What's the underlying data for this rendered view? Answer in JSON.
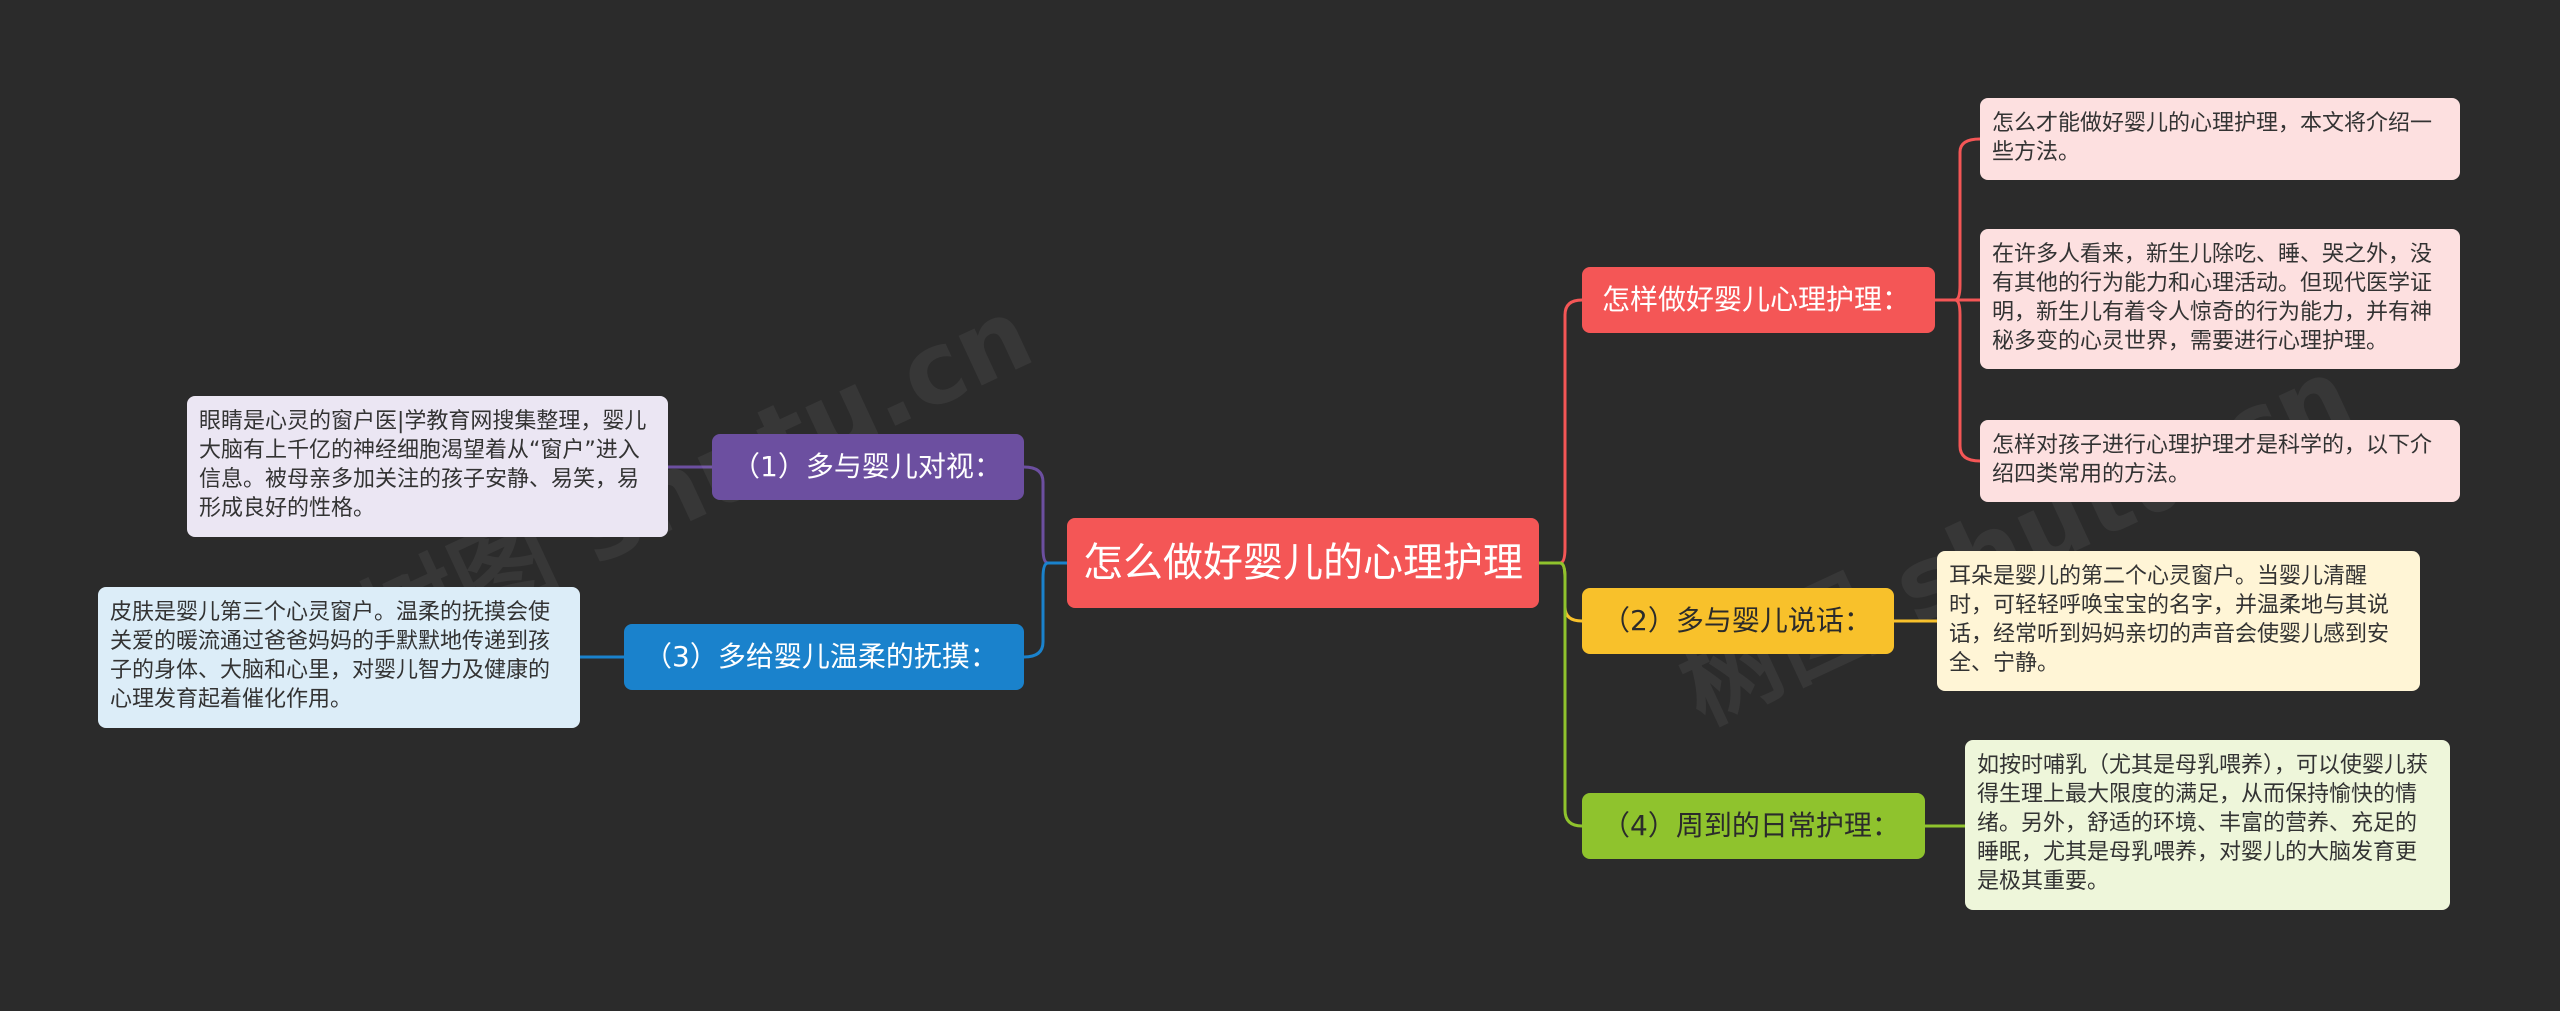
{
  "root": {
    "label": "怎么做好婴儿的心理护理"
  },
  "branches": [
    {
      "label": "怎样做好婴儿心理护理：",
      "color": "#f45656",
      "leaves": [
        "怎么才能做好婴儿的心理护理，本文将介绍一些方法。",
        "在许多人看来，新生儿除吃、睡、哭之外，没有其他的行为能力和心理活动。但现代医学证明，新生儿有着令人惊奇的行为能力，并有神秘多变的心灵世界，需要进行心理护理。",
        "怎样对孩子进行心理护理才是科学的，以下介绍四类常用的方法。"
      ]
    },
    {
      "label": "（2）多与婴儿说话：",
      "color": "#f8c12b",
      "leaves": [
        "耳朵是婴儿的第二个心灵窗户。当婴儿清醒时，可轻轻呼唤宝宝的名字，并温柔地与其说话，经常听到妈妈亲切的声音会使婴儿感到安全、宁静。"
      ]
    },
    {
      "label": "（4）周到的日常护理：",
      "color": "#8fc32d",
      "leaves": [
        "如按时哺乳（尤其是母乳喂养），可以使婴儿获得生理上最大限度的满足，从而保持愉快的情绪。另外，舒适的环境、丰富的营养、充足的睡眠，尤其是母乳喂养，对婴儿的大脑发育更是极其重要。"
      ]
    },
    {
      "label": "（1）多与婴儿对视：",
      "color": "#6c4fa0",
      "leaves": [
        "眼睛是心灵的窗户医|学教育网搜集整理，婴儿大脑有上千亿的神经细胞渴望着从“窗户”进入信息。被母亲多加关注的孩子安静、易笑，易形成良好的性格。"
      ]
    },
    {
      "label": "（3）多给婴儿温柔的抚摸：",
      "color": "#1a82cc",
      "leaves": [
        "皮肤是婴儿第三个心灵窗户。温柔的抚摸会使关爱的暖流通过爸爸妈妈的手默默地传递到孩子的身体、大脑和心里，对婴儿智力及健康的心理发育起着催化作用。"
      ]
    }
  ],
  "watermark": "树图 shutu.cn"
}
